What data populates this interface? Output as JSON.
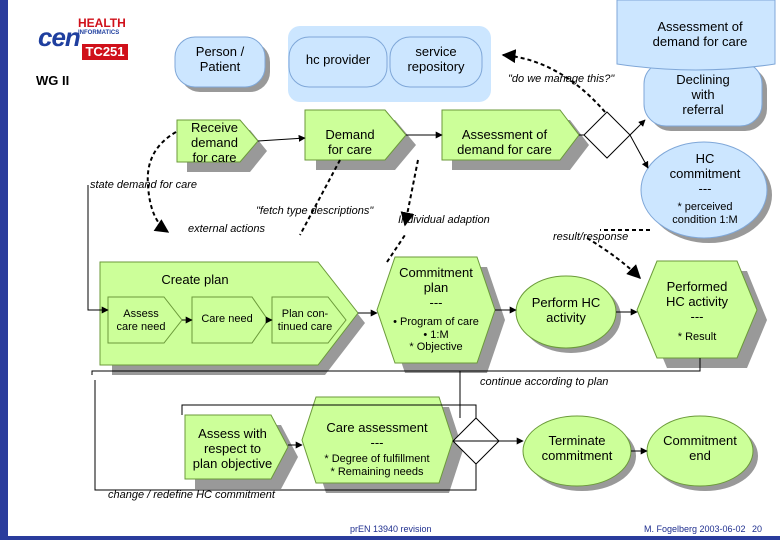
{
  "logo": {
    "org": "cen",
    "line1": "HEALTH",
    "line2": "INFORMATICS",
    "tc": "TC251"
  },
  "wg_label": "WG II",
  "nodes": {
    "person_patient": "Person /\nPatient",
    "hc_provider": "hc provider",
    "service_repository": "service\nrepository",
    "assessment_demand_top": "Assessment of\ndemand for care",
    "declining_referral": "Declining\nwith\nreferral",
    "hc_commitment_title": "HC\ncommitment\n---",
    "hc_commitment_sub": "* perceived\ncondition 1:M",
    "receive_demand": "Receive\ndemand\nfor care",
    "demand_for_care": "Demand\nfor care",
    "assessment_demand_mid": "Assessment of\ndemand for care",
    "create_plan": "Create plan",
    "assess_care_need": "Assess\ncare need",
    "care_need": "Care need",
    "plan_continued_care": "Plan con-\ntinued care",
    "commitment_plan_title": "Commitment\nplan\n---",
    "commitment_plan_sub": "• Program of care\n• 1:M\n* Objective",
    "perform_hc_activity": "Perform HC\nactivity",
    "performed_hc_activity_title": "Performed\nHC activity\n---",
    "performed_hc_activity_sub": "* Result",
    "assess_objective": "Assess with\nrespect to\nplan objective",
    "care_assessment_title": "Care assessment\n---",
    "care_assessment_sub": "* Degree of fulfillment\n* Remaining needs",
    "terminate_commitment": "Terminate\ncommitment",
    "commitment_end": "Commitment\nend"
  },
  "labels": {
    "manage": "\"do we manage this?\"",
    "state_demand": "state demand for care",
    "fetch_type": "\"fetch type descriptions\"",
    "external_actions": "external actions",
    "individual_adaption": "Individual adaption",
    "result_response": "result/response",
    "continue_plan": "continue according to plan",
    "change_redefine": "change / redefine HC commitment"
  },
  "footer": {
    "doc": "prEN 13940 revision",
    "author_date": "M. Fogelberg 2003-06-02",
    "page": "20"
  },
  "colors": {
    "green_fill": "#ccff99",
    "blue_fill": "#cce6ff",
    "shadow": "#999999",
    "accent": "#2a3c9c",
    "logo_red": "#d0101a"
  }
}
